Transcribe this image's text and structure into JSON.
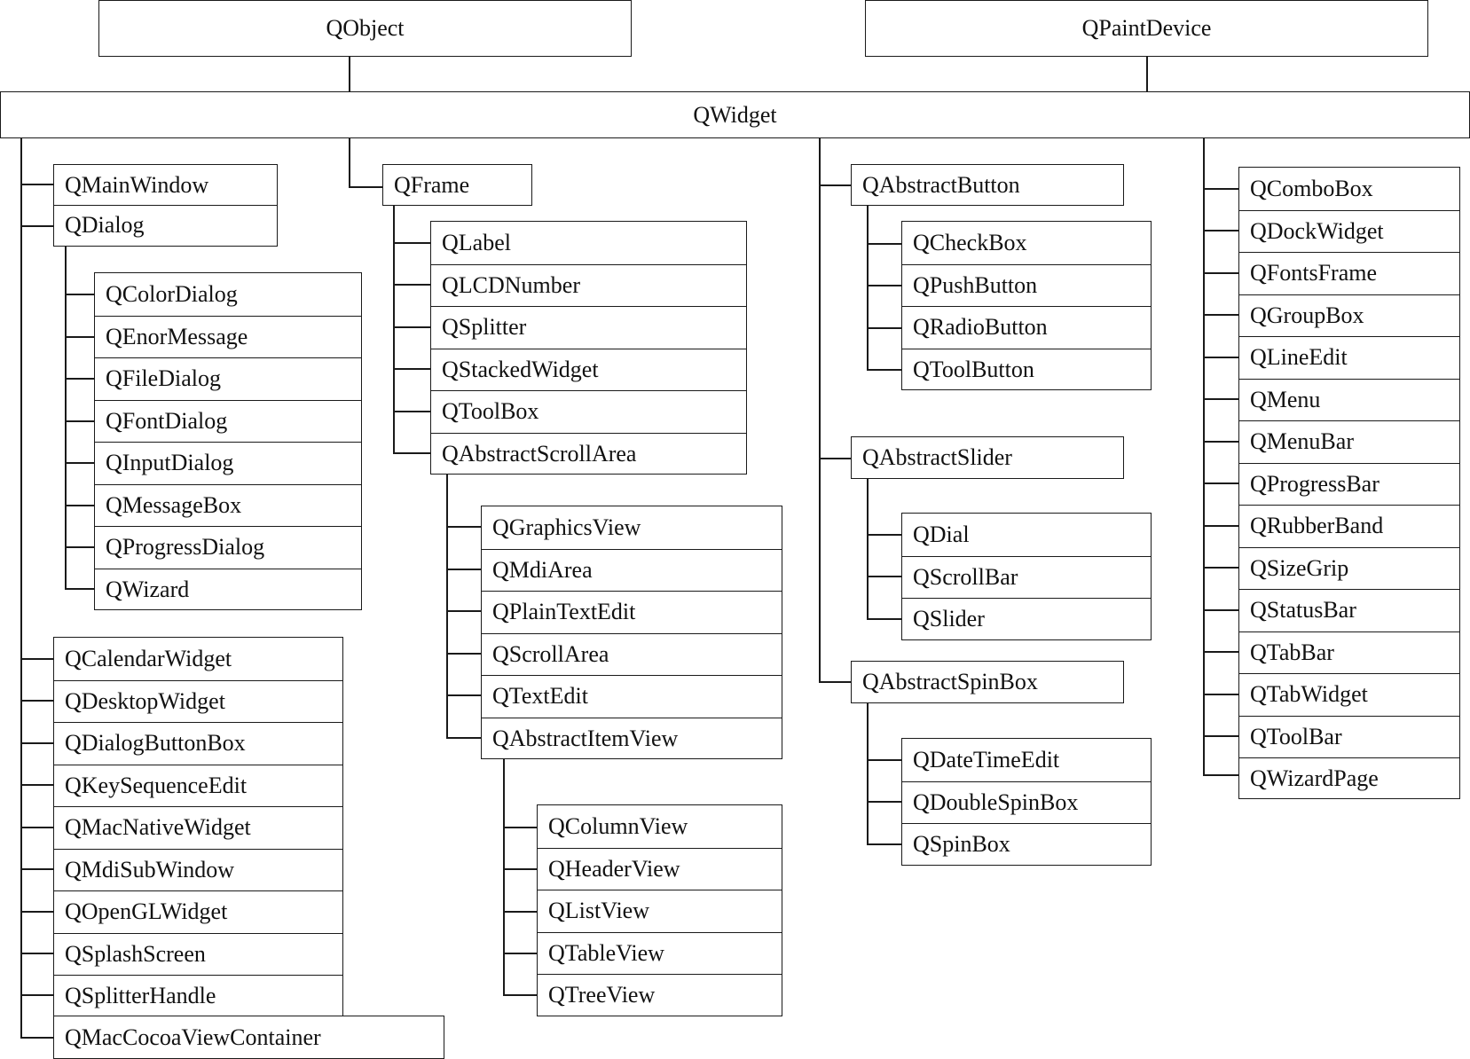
{
  "roots": {
    "qobject": "QObject",
    "qpaintdevice": "QPaintDevice"
  },
  "qwidget": "QWidget",
  "col1": {
    "qmainwindow": "QMainWindow",
    "qdialog": "QDialog",
    "dialogs": [
      "QColorDialog",
      "QEnorMessage",
      "QFileDialog",
      "QFontDialog",
      "QInputDialog",
      "QMessageBox",
      "QProgressDialog",
      "QWizard"
    ],
    "others": [
      "QCalendarWidget",
      "QDesktopWidget",
      "QDialogButtonBox",
      "QKeySequenceEdit",
      "QMacNativeWidget",
      "QMdiSubWindow",
      "QOpenGLWidget",
      "QSplashScreen",
      "QSplitterHandle"
    ],
    "cocoa": "QMacCocoaViewContainer"
  },
  "col2": {
    "qframe": "QFrame",
    "frames": [
      "QLabel",
      "QLCDNumber",
      "QSplitter",
      "QStackedWidget",
      "QToolBox",
      "QAbstractScrollArea"
    ],
    "scrollareas": [
      "QGraphicsView",
      "QMdiArea",
      "QPlainTextEdit",
      "QScrollArea",
      "QTextEdit",
      "QAbstractItemView"
    ],
    "itemviews": [
      "QColumnView",
      "QHeaderView",
      "QListView",
      "QTableView",
      "QTreeView"
    ]
  },
  "col3": {
    "qabstractbutton": "QAbstractButton",
    "buttons": [
      "QCheckBox",
      "QPushButton",
      "QRadioButton",
      "QToolButton"
    ],
    "qabstractslider": "QAbstractSlider",
    "sliders": [
      "QDial",
      "QScrollBar",
      "QSlider"
    ],
    "qabstractspinbox": "QAbstractSpinBox",
    "spinboxes": [
      "QDateTimeEdit",
      "QDoubleSpinBox",
      "QSpinBox"
    ]
  },
  "col4": {
    "widgets": [
      "QComboBox",
      "QDockWidget",
      "QFontsFrame",
      "QGroupBox",
      "QLineEdit",
      "QMenu",
      "QMenuBar",
      "QProgressBar",
      "QRubberBand",
      "QSizeGrip",
      "QStatusBar",
      "QTabBar",
      "QTabWidget",
      "QToolBar",
      "QWizardPage"
    ]
  }
}
